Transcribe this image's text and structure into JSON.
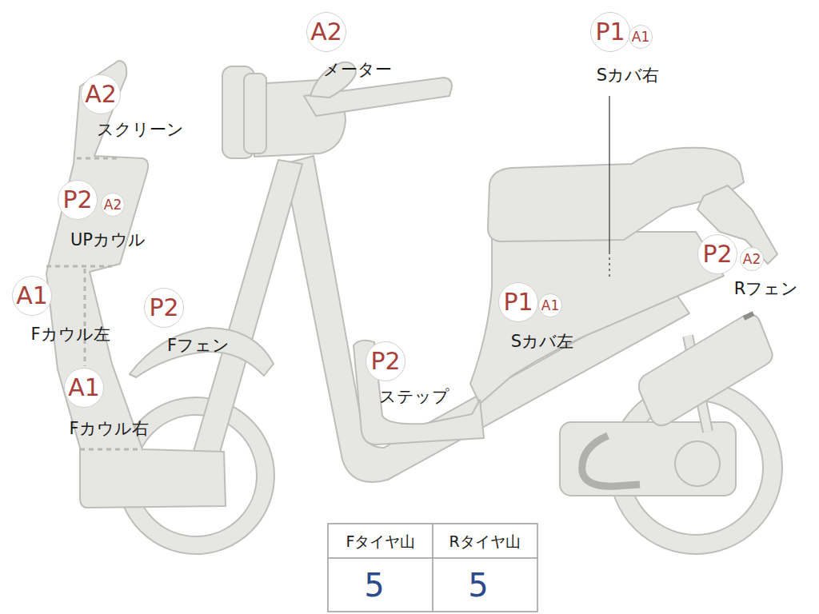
{
  "diagram": {
    "nodes": [
      {
        "text": [
          "A2"
        ]
      },
      {
        "text": [
          "P1"
        ]
      },
      {
        "text": [
          "A1"
        ]
      },
      {
        "text": [
          "A2"
        ]
      },
      {
        "text": [
          "P2"
        ]
      },
      {
        "text": [
          "A2"
        ]
      },
      {
        "text": [
          "P2"
        ]
      },
      {
        "text": [
          "A2"
        ]
      },
      {
        "text": [
          "A1"
        ]
      },
      {
        "text": [
          "P1"
        ]
      },
      {
        "text": [
          "A1"
        ]
      },
      {
        "text": [
          "P2"
        ]
      },
      {
        "text": [
          "P2"
        ]
      },
      {
        "text": [
          "A1"
        ]
      }
    ],
    "labels": [
      "スクリーン",
      "UPカウル",
      "Fカウル左",
      "Fカウル右",
      "Fフェン",
      "メーター",
      "Sカバ右",
      "Sカバ左",
      "ステップ",
      "Rフェン",
      "Fタイヤ山",
      "Rタイヤ山",
      "5",
      "5"
    ]
  }
}
